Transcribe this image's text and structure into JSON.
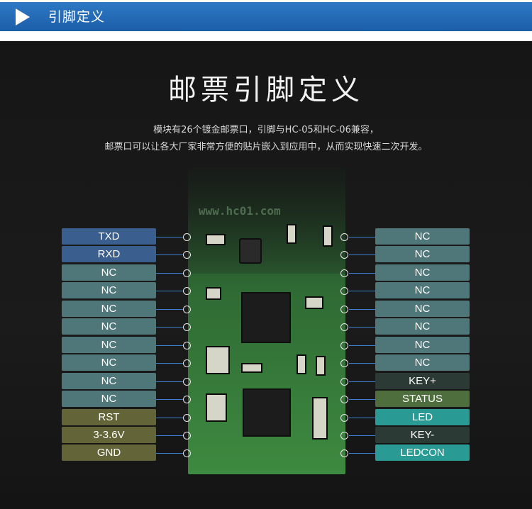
{
  "colors": {
    "header_bg": "#1f63ad",
    "panel_bg": "#181818",
    "wire": "#3f7fd0",
    "pill_blue": "#3a5f8f",
    "pill_teal_gray": "#4f7678",
    "pill_olive": "#636437",
    "pill_dark": "#2b3a34",
    "pill_green": "#4f6e3e",
    "pill_cyan": "#2a9a95"
  },
  "header": {
    "title": "引脚定义",
    "icon": "play-arrow-icon"
  },
  "main": {
    "title": "邮票引脚定义",
    "description_line1": "模块有26个镀金邮票口，引脚与HC-05和HC-06兼容，",
    "description_line2": "邮票口可以让各大厂家非常方便的贴片嵌入到应用中，从而实现快速二次开发。"
  },
  "board": {
    "silkscreen_url": "www.hc01.com"
  },
  "pins": {
    "left": [
      {
        "label": "TXD",
        "color": "#3a5f8f"
      },
      {
        "label": "RXD",
        "color": "#3a5f8f"
      },
      {
        "label": "NC",
        "color": "#4f7678"
      },
      {
        "label": "NC",
        "color": "#4f7678"
      },
      {
        "label": "NC",
        "color": "#4f7678"
      },
      {
        "label": "NC",
        "color": "#4f7678"
      },
      {
        "label": "NC",
        "color": "#4f7678"
      },
      {
        "label": "NC",
        "color": "#4f7678"
      },
      {
        "label": "NC",
        "color": "#4f7678"
      },
      {
        "label": "NC",
        "color": "#4f7678"
      },
      {
        "label": "RST",
        "color": "#636437"
      },
      {
        "label": "3-3.6V",
        "color": "#636437"
      },
      {
        "label": "GND",
        "color": "#636437"
      }
    ],
    "right": [
      {
        "label": "NC",
        "color": "#4f7678"
      },
      {
        "label": "NC",
        "color": "#4f7678"
      },
      {
        "label": "NC",
        "color": "#4f7678"
      },
      {
        "label": "NC",
        "color": "#4f7678"
      },
      {
        "label": "NC",
        "color": "#4f7678"
      },
      {
        "label": "NC",
        "color": "#4f7678"
      },
      {
        "label": "NC",
        "color": "#4f7678"
      },
      {
        "label": "NC",
        "color": "#4f7678"
      },
      {
        "label": "KEY+",
        "color": "#2b3a34"
      },
      {
        "label": "STATUS",
        "color": "#4f6e3e"
      },
      {
        "label": "LED",
        "color": "#2a9a95"
      },
      {
        "label": "KEY-",
        "color": "#2b3a34"
      },
      {
        "label": "LEDCON",
        "color": "#2a9a95"
      }
    ]
  }
}
